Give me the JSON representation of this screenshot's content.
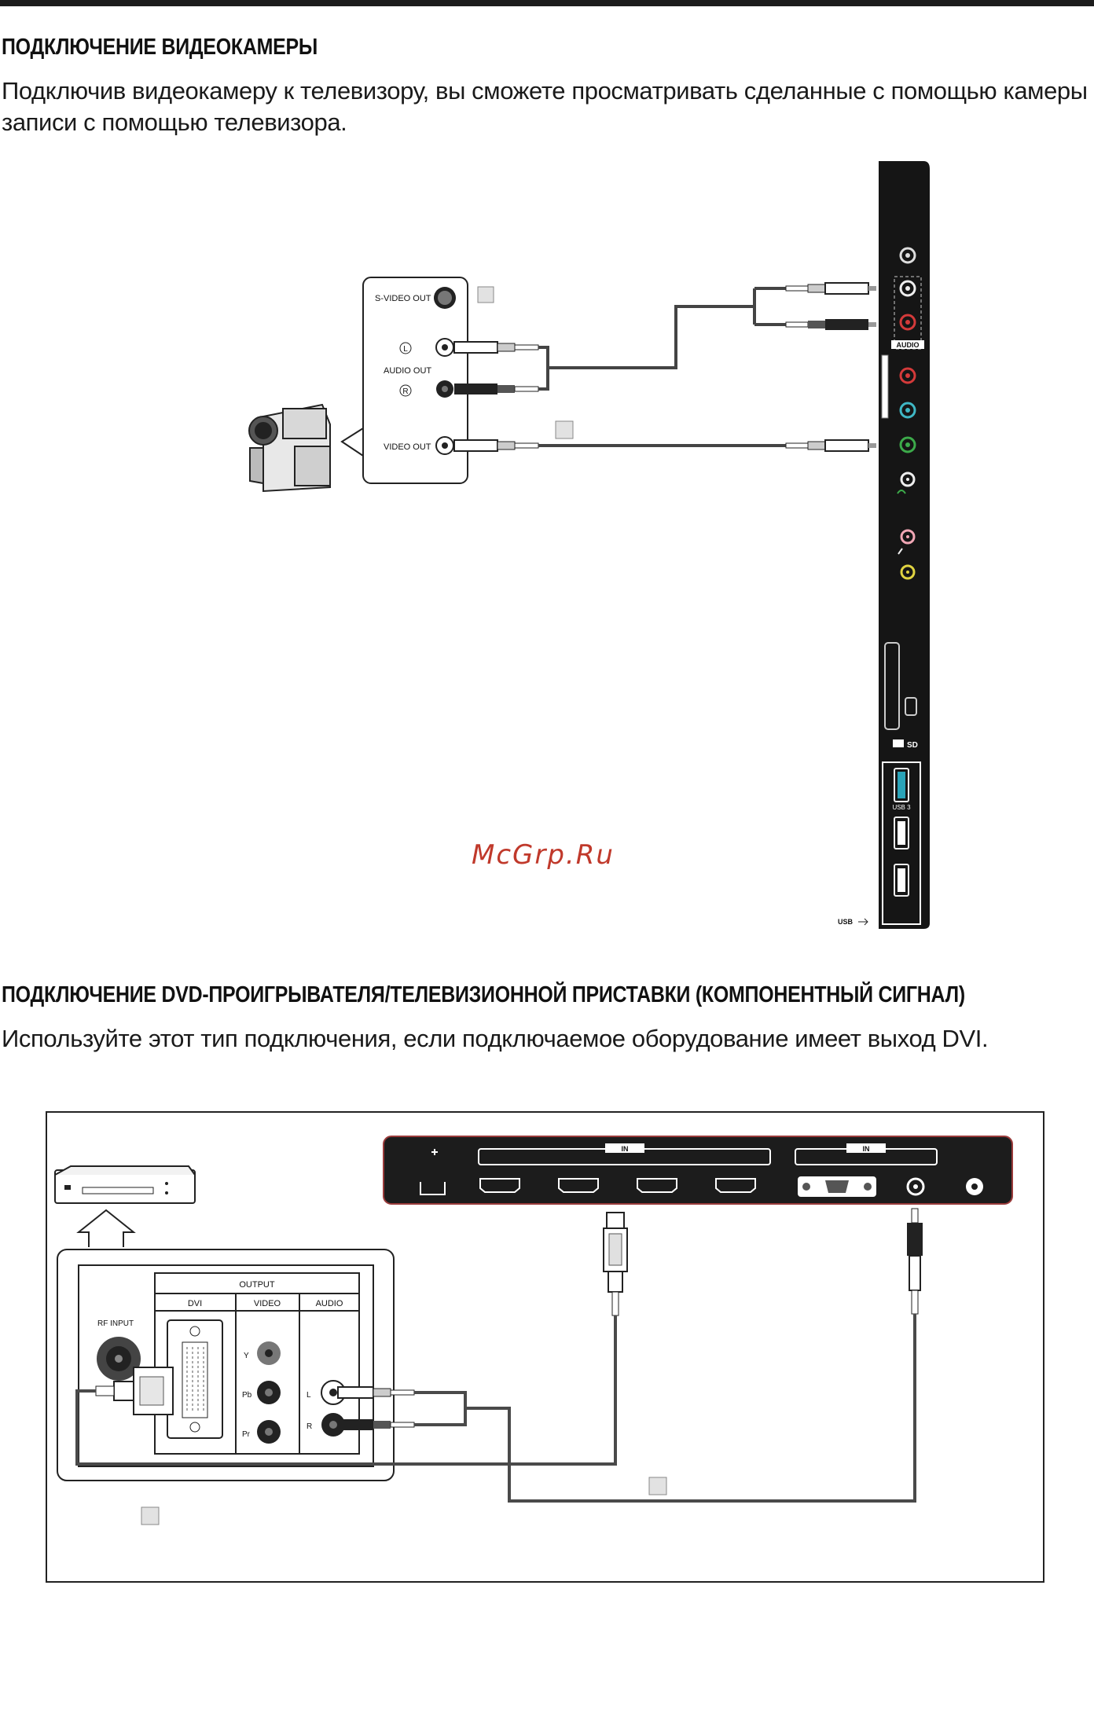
{
  "section1": {
    "heading": "ПОДКЛЮЧЕНИЕ ВИДЕОКАМЕРЫ",
    "text": "Подключив видеокамеру к телевизору, вы сможете просматривать сделанные с помощью камеры записи с помощью телевизора.",
    "camera_panel": {
      "svideo_label": "S-VIDEO OUT",
      "audio_label": "AUDIO OUT",
      "left_mark": "L",
      "right_mark": "R",
      "video_label": "VIDEO OUT"
    },
    "tv_panel": {
      "audio_label": "AUDIO",
      "sd_label": "SD",
      "usb3_label": "USB 3",
      "usb_label": "USB"
    }
  },
  "section2": {
    "heading": "ПОДКЛЮЧЕНИЕ DVD-ПРОИГРЫВАТЕЛЯ/ТЕЛЕВИЗИОННОЙ ПРИСТАВКИ (КОМПОНЕНТНЫЙ СИГНАЛ)",
    "text": "Используйте этот тип подключения, если подключаемое оборудование имеет выход DVI.",
    "tv_back": {
      "hdmi_in_label": "IN",
      "vga_in_label": "IN"
    },
    "device_panel": {
      "output_label": "OUTPUT",
      "dvi_label": "DVI",
      "video_label": "VIDEO",
      "audio_label": "AUDIO",
      "rf_label": "RF INPUT",
      "y_label": "Y",
      "pb_label": "Pb",
      "pr_label": "Pr",
      "l_label": "L",
      "r_label": "R"
    }
  },
  "watermark": "McGrp.Ru"
}
